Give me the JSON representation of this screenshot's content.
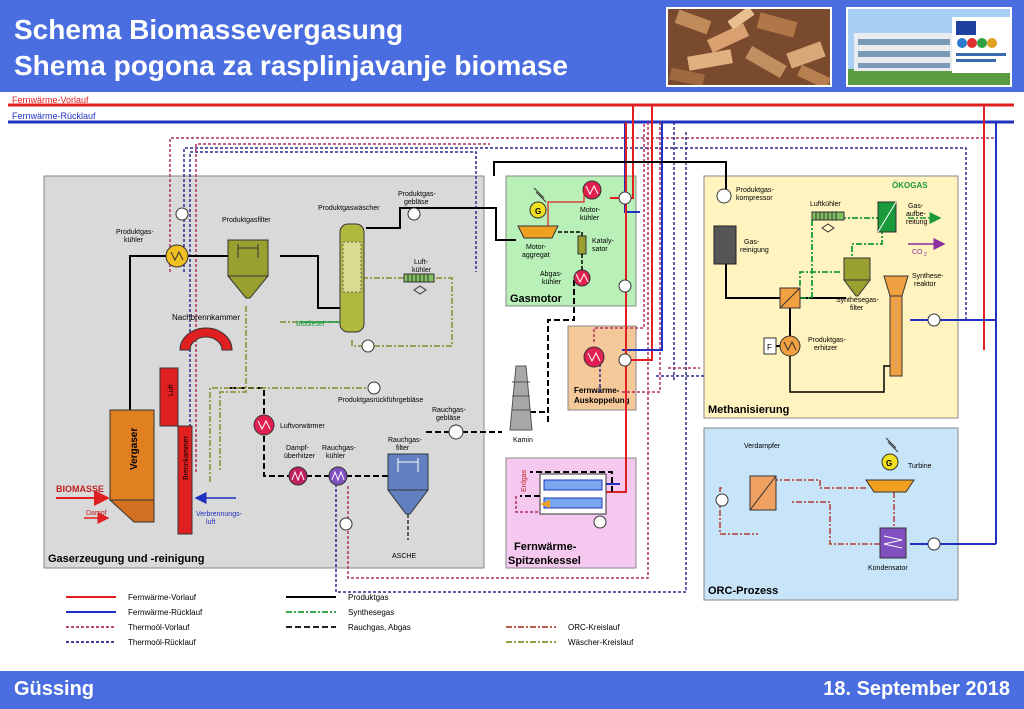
{
  "header": {
    "title_de": "Schema Biomassevergasung",
    "title_hr": "Shema  pogona za rasplinjavanje biomase",
    "photo_left_icon": "wood-chips-photo",
    "photo_right_icon": "building-photo"
  },
  "footer": {
    "location": "Güssing",
    "date": "18. September 2018"
  },
  "top_lines": {
    "vorlauf": "Fernwärme-Vorlauf",
    "ruecklauf": "Fernwärme-Rücklauf"
  },
  "sections": {
    "gas": "Gaserzeugung und -reinigung",
    "gasmotor": "Gasmotor",
    "fw_auskoppelung": "Fernwärme-\nAuskoppelung",
    "fw_spitzen_1": "Fernwärme-",
    "fw_spitzen_2": "Spitzenkessel",
    "methanisierung": "Methanisierung",
    "orc": "ORC-Prozess"
  },
  "labels": {
    "produktgaskuehler_1": "Produktgas-",
    "produktgaskuehler_2": "kühler",
    "produktgasfilter": "Produktgasfilter",
    "produktgaswaescher": "Produktgaswäscher",
    "produktgasgeblaese_1": "Produktgas-",
    "produktgasgeblaese_2": "gebläse",
    "luftkuehler_1": "Luft-",
    "luftkuehler_2": "kühler",
    "biodiesel": "Biodiesel",
    "nachbrennkammer": "Nachbrennkammer",
    "luft": "Luft",
    "vergaser": "Vergaser",
    "brennkammer": "Brennkammer",
    "biomasse": "BIOMASSE",
    "dampf": "Dampf",
    "verbrennungsluft_1": "Verbrennungs-",
    "verbrennungsluft_2": "luft",
    "produktgasrueckfuehr": "Produktgasrückführgebläse",
    "luftvorwaermer": "Luftvorwärmer",
    "dampfueberhitzer_1": "Dampf-",
    "dampfueberhitzer_2": "überhitzer",
    "rauchgaskuehler_1": "Rauchgas-",
    "rauchgaskuehler_2": "kühler",
    "rauchgasfilter_1": "Rauchgas-",
    "rauchgasfilter_2": "filter",
    "rauchgasgeblaese_1": "Rauchgas-",
    "rauchgasgeblaese_2": "gebläse",
    "asche": "ASCHE",
    "kamin": "Kamin",
    "erdgas": "Erdgas",
    "motoraggregat_1": "Motor-",
    "motoraggregat_2": "aggregat",
    "motorkuehler_1": "Motor-",
    "motorkuehler_2": "kühler",
    "katalysator_1": "Kataly-",
    "katalysator_2": "sator",
    "abgaskuehler_1": "Abgas-",
    "abgaskuehler_2": "kühler",
    "generator": "G",
    "produktgaskompressor_1": "Produktgas-",
    "produktgaskompressor_2": "kompressor",
    "luftkuehler_m": "Luftkühler",
    "oekogas": "ÖKOGAS",
    "gasaufbereitung_1": "Gas-",
    "gasaufbereitung_2": "aufbe-",
    "gasaufbereitung_3": "reitung",
    "co2": "CO",
    "co2_sub": "2",
    "gasreinigung_1": "Gas-",
    "gasreinigung_2": "reinigung",
    "synthesereaktor_1": "Synthese-",
    "synthesereaktor_2": "reaktor",
    "synthesegasfilter_1": "Synthesegas-",
    "synthesegasfilter_2": "filter",
    "produktgaserhitzer_1": "Produktgas-",
    "produktgaserhitzer_2": "erhitzer",
    "f_box": "F",
    "verdampfer": "Verdampfer",
    "turbine": "Turbine",
    "kondensator": "Kondensator"
  },
  "legend": [
    {
      "label": "Fernwärme-Vorlauf",
      "color": "#e02020",
      "style": "solid"
    },
    {
      "label": "Fernwärme-Rücklauf",
      "color": "#2030c0",
      "style": "solid"
    },
    {
      "label": "Thermoöl-Vorlauf",
      "color": "#b03060",
      "style": "dotted"
    },
    {
      "label": "Thermoöl-Rücklauf",
      "color": "#2a2a90",
      "style": "dotted"
    },
    {
      "label": "Produktgas",
      "color": "#000000",
      "style": "solid"
    },
    {
      "label": "Synthesegas",
      "color": "#1a9a3a",
      "style": "dashdot"
    },
    {
      "label": "Rauchgas, Abgas",
      "color": "#000000",
      "style": "dashed"
    },
    {
      "label": "ORC-Kreislauf",
      "color": "#b04030",
      "style": "dashdot"
    },
    {
      "label": "Wäscher-Kreislauf",
      "color": "#8a8a30",
      "style": "dashdot"
    }
  ],
  "colors": {
    "header_blue": "#4a6ee0",
    "vorlauf_red": "#e02020",
    "ruecklauf_blue": "#2030c0",
    "gas_section": "#d9d9d9",
    "gasmotor_section": "#b8f0b8",
    "fw_auskoppelung_section": "#f5c89a",
    "fw_spitzen_section": "#f5c8f0",
    "methanisierung_section": "#fff3c0",
    "orc_section": "#c8e4f8"
  }
}
